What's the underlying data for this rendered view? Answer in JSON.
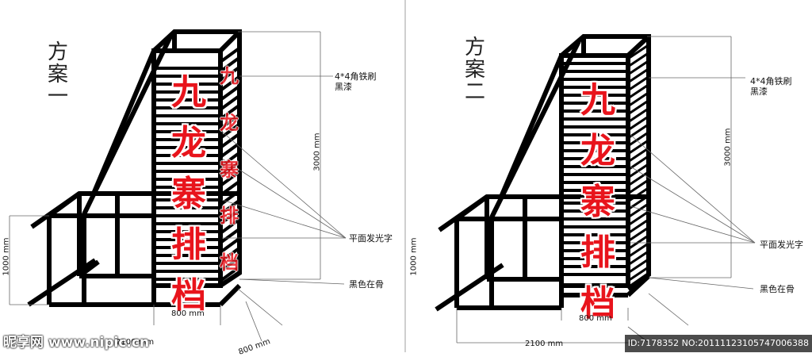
{
  "scheme1": {
    "title": [
      "方",
      "案",
      "一"
    ],
    "sign_chars": [
      "九",
      "龙",
      "寨",
      "排",
      "档"
    ],
    "steel_note": [
      "4*4角铁刷",
      "黑漆"
    ],
    "height_dim": "3000 mm",
    "light_note": "平面发光字",
    "frame_note": "黑色在骨",
    "width_dim": "800 mm",
    "depth_dim": "1000 mm",
    "bottom_dim_cut": "2100 mm",
    "bottom_dim_cut2": "800 mm"
  },
  "scheme2": {
    "title": [
      "方",
      "案",
      "二"
    ],
    "sign_chars": [
      "九",
      "龙",
      "寨",
      "排",
      "档"
    ],
    "steel_note": [
      "4*4角铁刷",
      "黑漆"
    ],
    "height_dim": "3000 mm",
    "light_note": "平面发光字",
    "frame_note": "黑色在骨",
    "width_dim": "800 mm",
    "depth_dim": "1000 mm",
    "base_dim": "2100 mm"
  },
  "watermark": {
    "left": "昵享网 www.nipic.cn",
    "right": "ID:7178352 NO:20111123105747006388"
  },
  "colors": {
    "frame": "#000000",
    "lettering": "#e8141c",
    "guide": "#555555"
  }
}
